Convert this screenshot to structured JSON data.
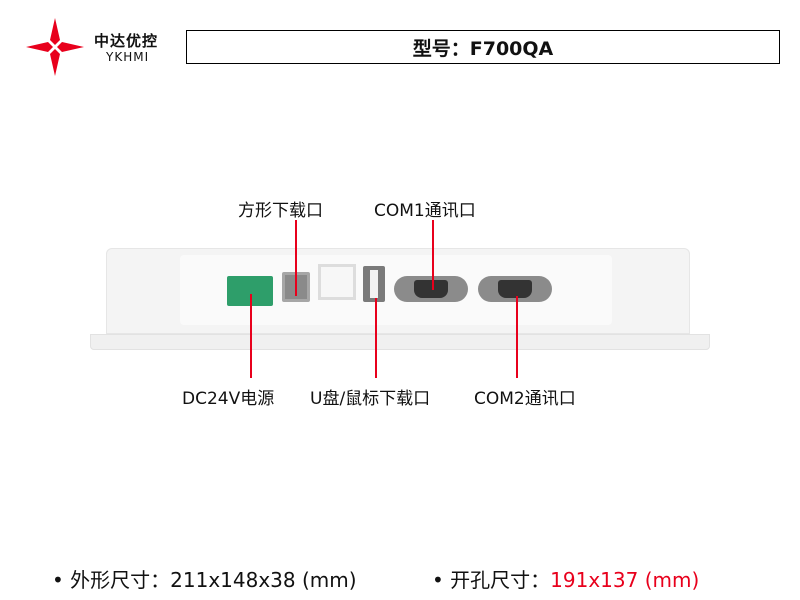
{
  "brand": {
    "name_cn": "中达优控",
    "name_en": "YKHMI",
    "logo_color": "#e8001c"
  },
  "title": "型号：F700QA",
  "callouts": {
    "square_download": "方形下载口",
    "com1": "COM1通讯口",
    "power": "DC24V电源",
    "usb": "U盘/鼠标下载口",
    "com2": "COM2通讯口"
  },
  "specs": {
    "bullet": "•",
    "outer_label": "外形尺寸：",
    "outer_value": "211x148x38 (mm)",
    "cutout_label": "开孔尺寸：",
    "cutout_value": "191x137 (mm)"
  }
}
